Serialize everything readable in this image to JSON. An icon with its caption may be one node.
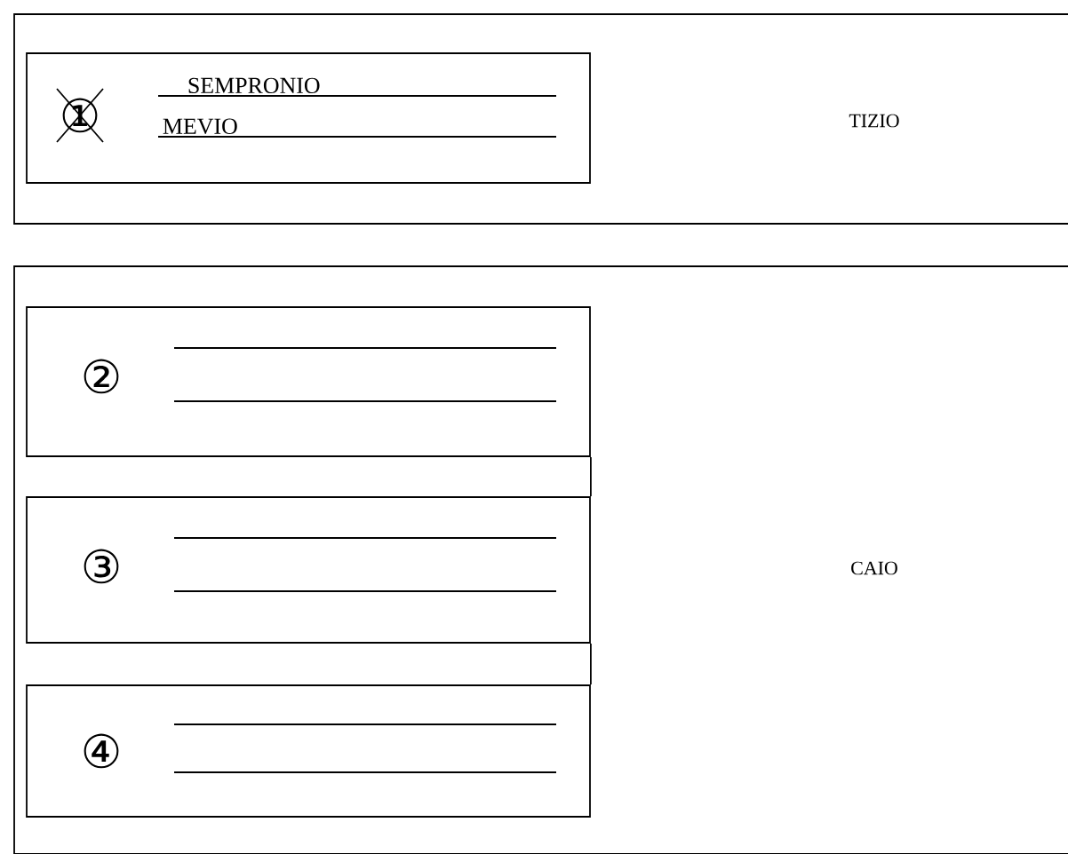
{
  "diagram": {
    "nodes": [
      {
        "text": [
          "TIZIO"
        ]
      },
      {
        "text": [
          "①",
          "SEMPRONIO",
          "MEVIO"
        ],
        "in": 0
      },
      {
        "text": [
          "CAIO"
        ]
      },
      {
        "text": [
          "②"
        ],
        "in": 2
      },
      {
        "text": [
          "③"
        ],
        "in": 2
      },
      {
        "text": [
          "④"
        ],
        "in": 2
      }
    ],
    "edges": [
      {
        "from": 3,
        "to": 4,
        "arrow": "none"
      },
      {
        "from": 4,
        "to": 5,
        "arrow": "none"
      }
    ]
  }
}
